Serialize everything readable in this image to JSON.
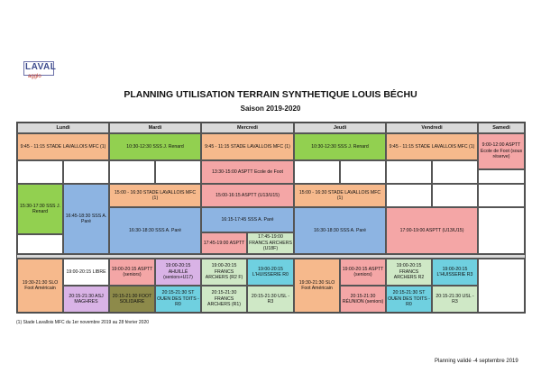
{
  "logo": {
    "word": "LAVAL",
    "sub": "agglo"
  },
  "title": "PLANNING UTILISATION TERRAIN SYNTHETIQUE LOUIS BÉCHU",
  "season": "Saison 2019-2020",
  "days": [
    "Lundi",
    "Mardi",
    "Mercredi",
    "Jeudi",
    "Vendredi",
    "Samedi"
  ],
  "top": {
    "mon1": "9:45 - 11:15 STADE LAVALLOIS MFC (1)",
    "tue1": "10:30-12:30 SSS J. Renard",
    "wed1": "9:45 - 11:15 STADE LAVALLOIS MFC (1)",
    "thu1": "10:30-12:30 SSS J. Renard",
    "fri1": "9:45 - 11:15 STADE LAVALLOIS MFC (1)",
    "sat1": "9:00-12:00 ASPTT Ecole de Foot (sous réserve)",
    "wed2": "13:30-15:00 ASPTT Ecole de Foot",
    "mon3": "15:30-17:30 SSS J. Renard",
    "mon4": "16:45-18:30 SSS A. Paré",
    "tue3": "15:00 - 16:30 STADE LAVALLOIS MFC (1)",
    "wed3": "15:00-16:15 ASPTT (U13/U15)",
    "thu3": "15:00 - 16:30 STADE LAVALLOIS MFC (1)",
    "wed4": "16:15-17:45 SSS A. Paré",
    "tue4": "16:30-18:30 SSS A. Paré",
    "thu4": "16:30-18:30 SSS A. Paré",
    "fri4": "17:00-19:00 ASPTT (U13/U15)",
    "wed5a": "17:45-19:00 ASPTT",
    "wed5b": "17:45-19:00 FRANCS ARCHERS (U18F)"
  },
  "bottom": {
    "mon_a": "19:30-21:30 SLO Foot Américain",
    "mon_b1": "19:00-20:15 LIBRE",
    "mon_b2": "20:15-21:30 ASJ MAGHRES",
    "tue_a1": "19:00-20:15 ASPTT (seniors)",
    "tue_a2": "20:15-21:30 FOOT SOLIDAIRE",
    "tue_b1": "19:00-20:15 AHUILLÉ (seniors+U17)",
    "tue_b2": "20:15-21:30 ST OUEN DES TOITS - R0",
    "wed_a1": "19:00-20:15 FRANCS ARCHERS (R2 F)",
    "wed_a2": "20:15-21:30 FRANCS ARCHERS (R1)",
    "wed_b1": "19:00-20:15 L'HUISSERIE R0",
    "wed_b2": "20:15-21:30 USL - R3",
    "thu_a": "19:30-21:30 SLO Foot Américain",
    "thu_b1": "19:00-20:15 ASPTT (seniors)",
    "thu_b2": "20:15-21:30 RÉUNION (seniors)",
    "fri_a1": "19:00-20:15 FRANCS ARCHERS R2",
    "fri_a2": "20:15-21:30 ST OUEN DES TOITS - R0",
    "fri_b1": "19:00-20:15 L'HUISSERIE R3",
    "fri_b2": "20:15-21:30 USL - R3"
  },
  "note": "(1) Stade Lavallois MFC du 1er novembre 2019 au 28 février 2020",
  "validated": "Planning validé -4 septembre 2019",
  "colors": {
    "orange": "#f6b98c",
    "green": "#92d050",
    "red": "#f4a6a6",
    "blue": "#8db4e2",
    "purple": "#d9b3e6",
    "light": "#cfe8c6",
    "teal": "#6fd0e0",
    "olive": "#8d8a4a",
    "grey": "#d9d9d9"
  }
}
